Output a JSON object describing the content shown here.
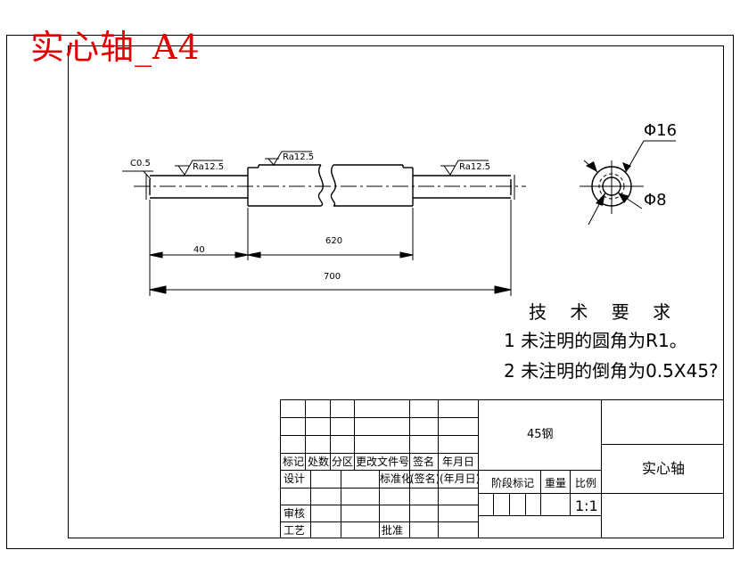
{
  "title": "实心轴_A4",
  "annotations": {
    "chamfer": "C0.5",
    "roughness": [
      "Ra12.5",
      "Ra12.5",
      "Ra12.5"
    ],
    "dim_40": "40",
    "dim_620": "620",
    "dim_700": "700",
    "dia_outer": "Φ16",
    "dia_inner": "Φ8"
  },
  "tech_requirements": {
    "title": "技 术 要 求",
    "line1": "1 未注明的圆角为R1。",
    "line2": "2 未注明的倒角为0.5X45?"
  },
  "title_block": {
    "material": "45钢",
    "part_name": "实心轴",
    "headers": [
      "标记",
      "处数",
      "分区",
      "更改文件号",
      "签名",
      "年月日"
    ],
    "design": "设计",
    "standardize": "标准化",
    "signature": "(签名)",
    "date": "(年月日)",
    "stage_mark": "阶段标记",
    "weight": "重量",
    "scale": "比例",
    "scale_value": "1:1",
    "review": "审核",
    "process": "工艺",
    "approve": "批准"
  }
}
